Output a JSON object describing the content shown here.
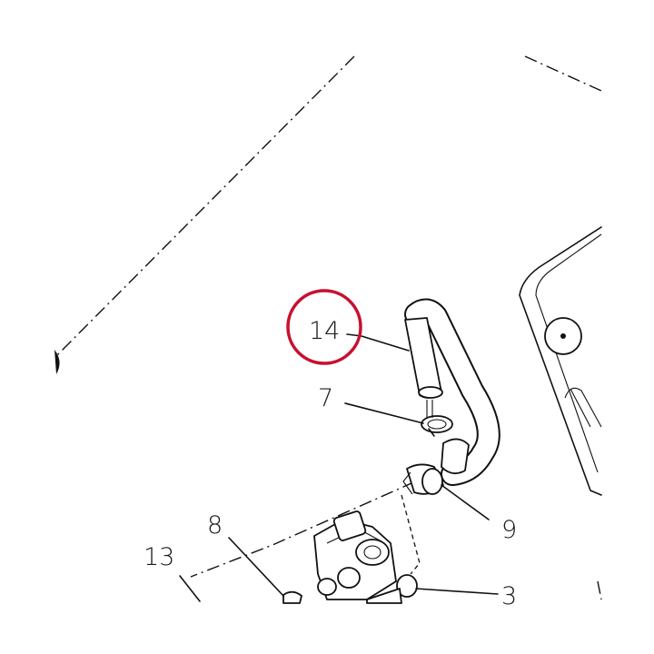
{
  "diagram": {
    "callouts": [
      {
        "id": "14",
        "label": "14"
      },
      {
        "id": "7",
        "label": "7"
      },
      {
        "id": "9",
        "label": "9"
      },
      {
        "id": "8",
        "label": "8"
      },
      {
        "id": "13",
        "label": "13"
      },
      {
        "id": "3",
        "label": "3"
      }
    ],
    "highlight": {
      "target": "14",
      "color": "#c8102e"
    }
  }
}
